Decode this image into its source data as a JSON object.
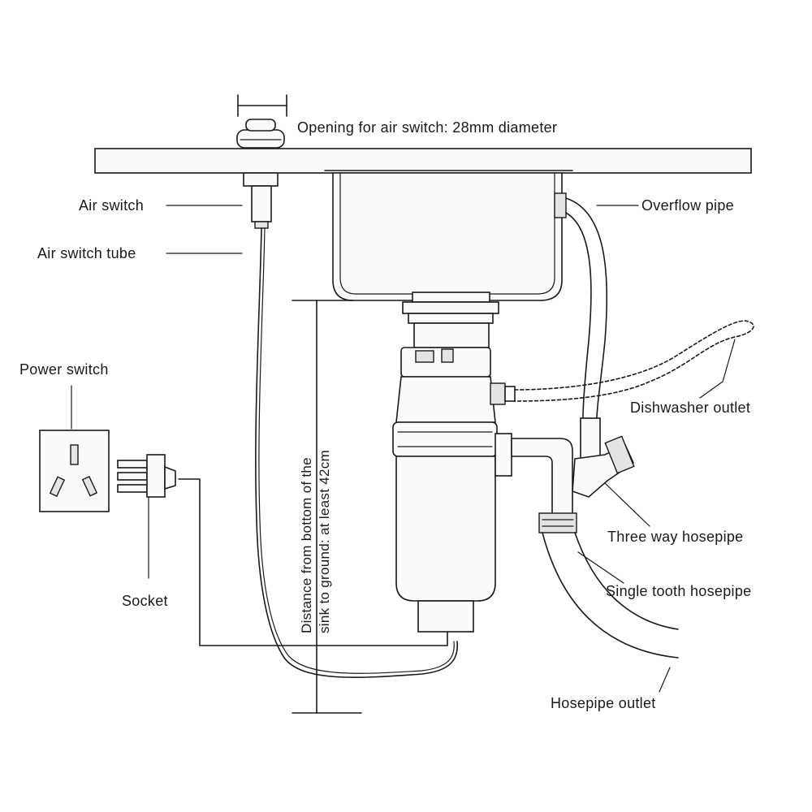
{
  "labels": {
    "opening": "Opening for air switch: 28mm diameter",
    "air_switch": "Air switch",
    "air_switch_tube": "Air switch tube",
    "overflow_pipe": "Overflow pipe",
    "power_switch": "Power switch",
    "dishwasher_outlet": "Dishwasher outlet",
    "three_way": "Three way hosepipe",
    "single_tooth": "Single tooth hosepipe",
    "socket": "Socket",
    "hosepipe_outlet": "Hosepipe outlet",
    "distance_line1": "Distance from bottom of the",
    "distance_line2": "sink to ground: at least 42cm"
  },
  "colors": {
    "line": "#1a1a1a",
    "background": "#ffffff",
    "part_fill": "#fafafa",
    "shade": "#e4e4e4"
  }
}
